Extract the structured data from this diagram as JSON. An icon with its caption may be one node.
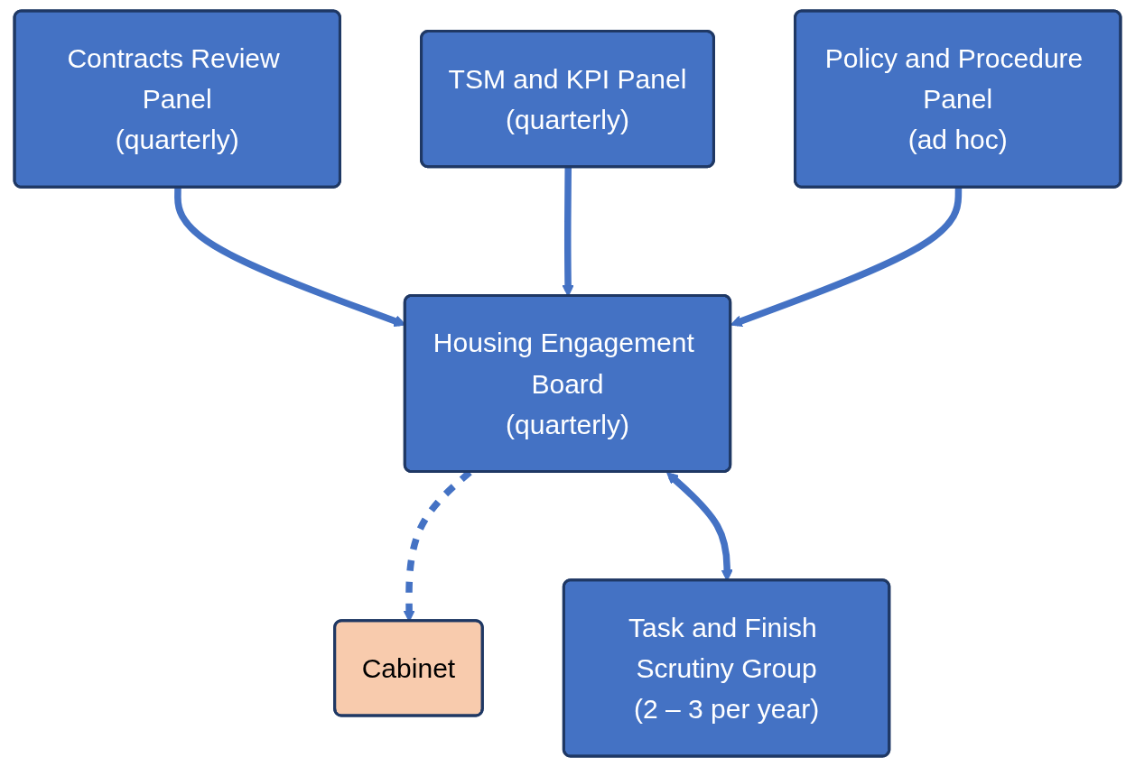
{
  "diagram": {
    "nodes": [
      {
        "text": [
          "Contracts Review Panel",
          "(quarterly)"
        ]
      },
      {
        "text": [
          "TSM and KPI Panel",
          "(quarterly)"
        ]
      },
      {
        "text": [
          "Policy and Procedure Panel",
          "(ad hoc)"
        ]
      },
      {
        "text": [
          "Housing Engagement Board",
          "(quarterly)"
        ]
      },
      {
        "text": [
          "Cabinet"
        ]
      },
      {
        "text": [
          "Task and Finish Scrutiny Group",
          "(2 – 3 per year)"
        ]
      }
    ],
    "edges": [
      {
        "from": 0,
        "to": 3,
        "arrow": "to"
      },
      {
        "from": 1,
        "to": 3,
        "arrow": "to"
      },
      {
        "from": 2,
        "to": 3,
        "arrow": "to"
      },
      {
        "from": 3,
        "to": 4,
        "arrow": "to",
        "style": "dashed"
      },
      {
        "from": 3,
        "to": 5,
        "arrow": "both"
      }
    ]
  }
}
